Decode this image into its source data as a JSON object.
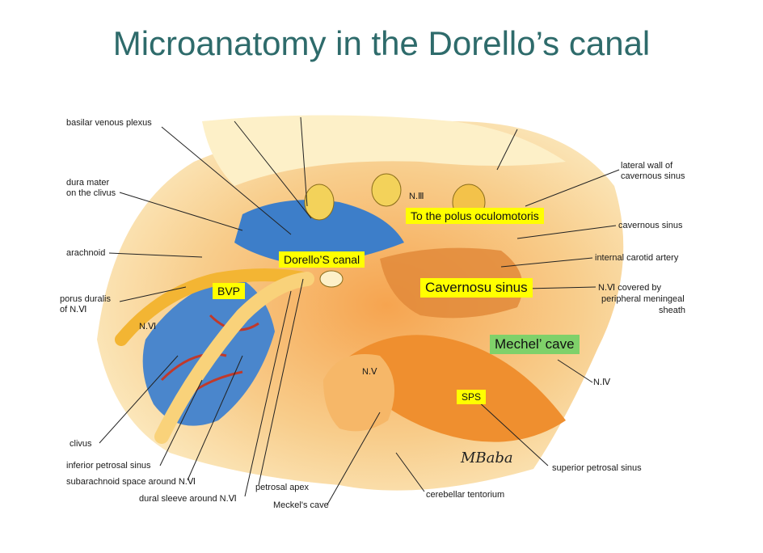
{
  "title": "Microanatomy in the Dorello’s canal",
  "labels": {
    "basilar_venous_plexus": "basilar venous plexus",
    "dura_mater_1": "dura mater",
    "dura_mater_2": "on the clivus",
    "arachnoid": "arachnoid",
    "porus_duralis_1": "porus duralis",
    "porus_duralis_2": "of N.Ⅵ",
    "nvi_left": "N.Ⅵ",
    "clivus": "clivus",
    "inferior_petrosal_sinus": "inferior petrosal sinus",
    "subarachnoid_space": "subarachnoid space around N.Ⅵ",
    "dural_sleeve": "dural sleeve around N.Ⅵ",
    "petrosal_apex": "petrosal apex",
    "meckels_cave": "Meckel's cave",
    "cerebellar_tentorium": "cerebellar tentorium",
    "superior_petrosal_sinus": "superior petrosal sinus",
    "n_iv": "N.Ⅳ",
    "n_vi_covered_1": "N.Ⅵ covered by",
    "n_vi_covered_2": "peripheral meningeal",
    "n_vi_covered_3": "sheath",
    "internal_carotid_artery": "internal carotid artery",
    "cavernous_sinus": "cavernous sinus",
    "lateral_wall_1": "lateral wall of",
    "lateral_wall_2": "cavernous sinus",
    "n_iii": "N.Ⅲ",
    "n_v": "N.Ⅴ",
    "signature": "MBaba"
  },
  "highlights": {
    "polus": "To the polus oculomotoris",
    "dorello": "Dorello’S canal",
    "bvp": "BVP",
    "cavernosu": "Cavernosu sinus",
    "mechel": "Mechel’ cave",
    "sps": "SPS"
  },
  "colors": {
    "title": "#2e6b6b",
    "highlight_yellow": "#ffff00",
    "highlight_green": "#7fd16a",
    "illustration_orange": "#f2a04a",
    "illustration_blue": "#3d7ec9"
  }
}
